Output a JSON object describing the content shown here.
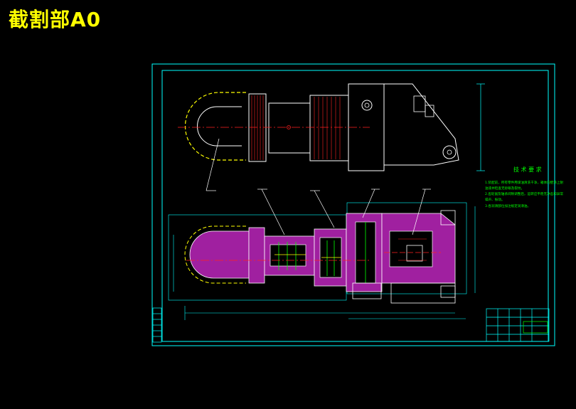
{
  "title": "截割部A0",
  "notes": {
    "heading": "技 术 要 求",
    "lines": [
      "1.装配前，所有零件用煤油清洗干净，箱体内壁涂上耐",
      "  油漆并检查无砂眼及裂纹。",
      "2.齿轮副及轴承间隙调整后，运转应平稳无冲击和异常",
      "  噪声、振动。",
      "3.各润滑部位加注规定润滑油。"
    ]
  },
  "colors": {
    "background": "#000000",
    "frame": "#00ffff",
    "outline": "#ffffff",
    "section_fill": "#a020a0",
    "centerline": "#ff2020",
    "notes": "#00ff00",
    "title_text": "#ffff00",
    "dims": "#00ffff"
  },
  "icons": [
    "drawing-frame",
    "top-view",
    "section-view",
    "title-block"
  ]
}
